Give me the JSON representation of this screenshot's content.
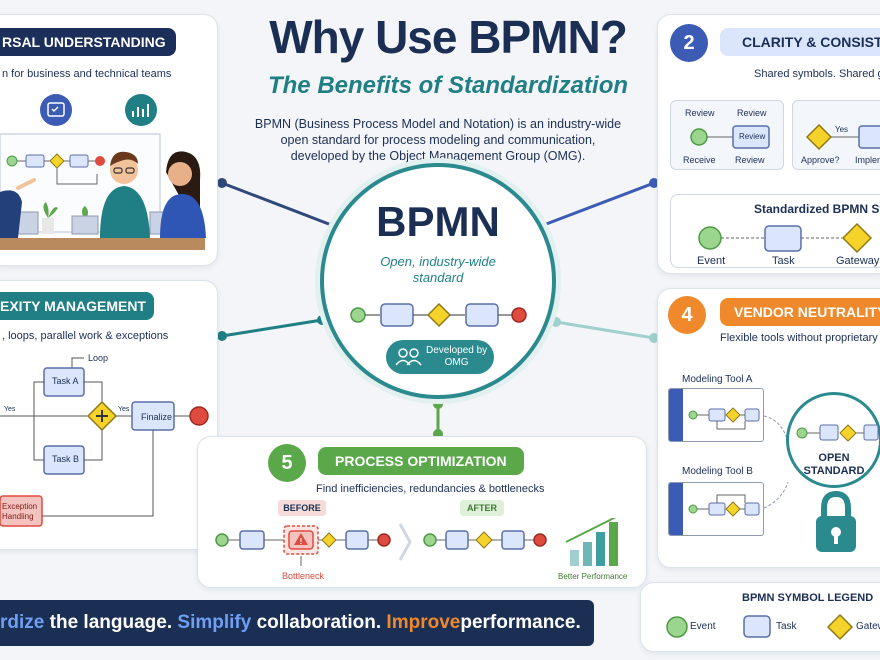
{
  "header": {
    "title": "Why Use BPMN?",
    "subtitle": "The Benefits of Standardization",
    "intro": [
      "BPMN (Business Process Model and Notation) is an industry-wide",
      "open standard for process modeling and communication,",
      "developed by the Object Management Group (OMG)."
    ]
  },
  "center": {
    "title": "BPMN",
    "tagline": [
      "Open, industry-wide",
      "standard"
    ],
    "badge": [
      "Developed by",
      "OMG"
    ]
  },
  "card1": {
    "heading": "RSAL UNDERSTANDING",
    "subtitle": "n for business and technical teams"
  },
  "card2": {
    "number": "2",
    "heading": "CLARITY & CONSIST",
    "subtitle": "Shared symbols. Shared g",
    "mini1": {
      "top": [
        "Review",
        "Review"
      ],
      "box": "Review",
      "bottom": [
        "Receive",
        "Review"
      ]
    },
    "mini2": {
      "yes": "Yes",
      "bottom": [
        "Approve?",
        "Implen"
      ]
    },
    "std_heading": "Standardized BPMN Sym",
    "std_labels": [
      "Event",
      "Task",
      "Gateway"
    ]
  },
  "card3": {
    "heading": "EXITY MANAGEMENT",
    "subtitle": ", loops, parallel work & exceptions",
    "loop": "Loop",
    "task_a": "Task A",
    "task_b": "Task B",
    "finalize": "Finalize",
    "yes1": "Yes",
    "yes2": "Yes",
    "exception": [
      "Exception",
      "Handling"
    ]
  },
  "card4": {
    "number": "4",
    "heading": "VENDOR NEUTRALITY",
    "subtitle": "Flexible tools without proprietary lo",
    "tool_a": "Modeling Tool A",
    "tool_b": "Modeling Tool B",
    "open_standard": [
      "OPEN",
      "STANDARD"
    ]
  },
  "card5": {
    "number": "5",
    "heading": "PROCESS OPTIMIZATION",
    "subtitle": "Find inefficiencies, redundancies & bottlenecks",
    "before": "BEFORE",
    "after": "AFTER",
    "bottleneck": "Bottleneck",
    "better": "Better Performance"
  },
  "legend": {
    "heading": "BPMN SYMBOL LEGEND",
    "items": [
      "Event",
      "Task",
      "Gatew"
    ]
  },
  "footer": {
    "w1": "rdize",
    "t1": " the language. ",
    "w2": "Simplify",
    "t2": " collaboration. ",
    "w3": "Improve",
    "t3": " performance."
  },
  "colors": {
    "navy": "#1b2f55",
    "teal": "#1f7f84",
    "green": "#5aa84a",
    "orange": "#f0892b",
    "blue": "#3b5bb5",
    "event_green": "#9bd58e",
    "end_red": "#e04b3f",
    "gateway_yellow": "#f6d32b",
    "task_blue": "#dbe5fb"
  }
}
